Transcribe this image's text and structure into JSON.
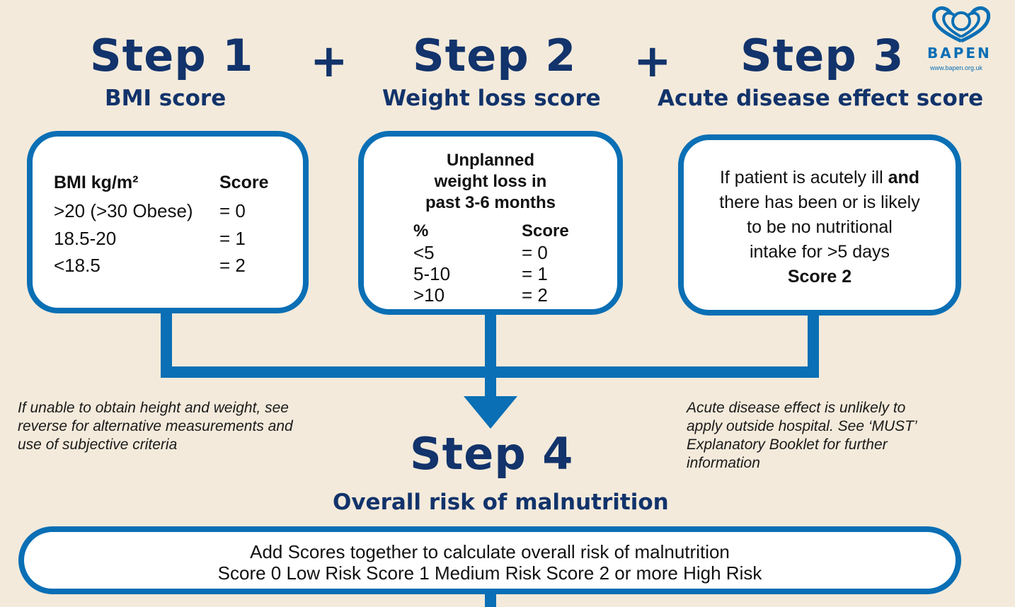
{
  "logo": {
    "name": "BAPEN",
    "url": "www.bapen.org.uk"
  },
  "steps": [
    {
      "title": "Step 1",
      "subtitle": "BMI score"
    },
    {
      "title": "Step 2",
      "subtitle": "Weight loss score"
    },
    {
      "title": "Step 3",
      "subtitle": "Acute disease effect score"
    },
    {
      "title": "Step 4",
      "subtitle": "Overall risk of malnutrition"
    }
  ],
  "plus_sign": "+",
  "bmi_box": {
    "header_left": "BMI kg/m²",
    "header_right": "Score",
    "rows": [
      {
        "range": ">20 (>30 Obese)",
        "score": "= 0"
      },
      {
        "range": "18.5-20",
        "score": "= 1"
      },
      {
        "range": "<18.5",
        "score": "= 2"
      }
    ]
  },
  "weight_box": {
    "heading_lines": [
      "Unplanned",
      "weight loss in",
      "past 3-6 months"
    ],
    "header_left": "%",
    "header_right": "Score",
    "rows": [
      {
        "range": "<5",
        "score": "= 0"
      },
      {
        "range": "5-10",
        "score": "= 1"
      },
      {
        "range": ">10",
        "score": "= 2"
      }
    ]
  },
  "acute_box": {
    "line1_a": "If patient is acutely ill ",
    "line1_b": "and",
    "line2": "there has been or is likely",
    "line3": "to be no nutritional",
    "line4": "intake for >5 days",
    "score": "Score 2"
  },
  "note_left": [
    "If unable to obtain height and weight, see",
    "reverse for alternative measurements and",
    "use of subjective criteria"
  ],
  "note_right": [
    "Acute disease effect is unlikely to",
    "apply outside hospital. See ‘MUST’",
    "Explanatory Booklet for further",
    "information"
  ],
  "result_box": {
    "line1": "Add Scores together to calculate overall risk of malnutrition",
    "line2": "Score 0 Low Risk   Score 1 Medium Risk   Score 2 or more High Risk"
  },
  "colors": {
    "accent": "#0a6fb5",
    "title": "#12336b",
    "background": "#f3eadb"
  }
}
